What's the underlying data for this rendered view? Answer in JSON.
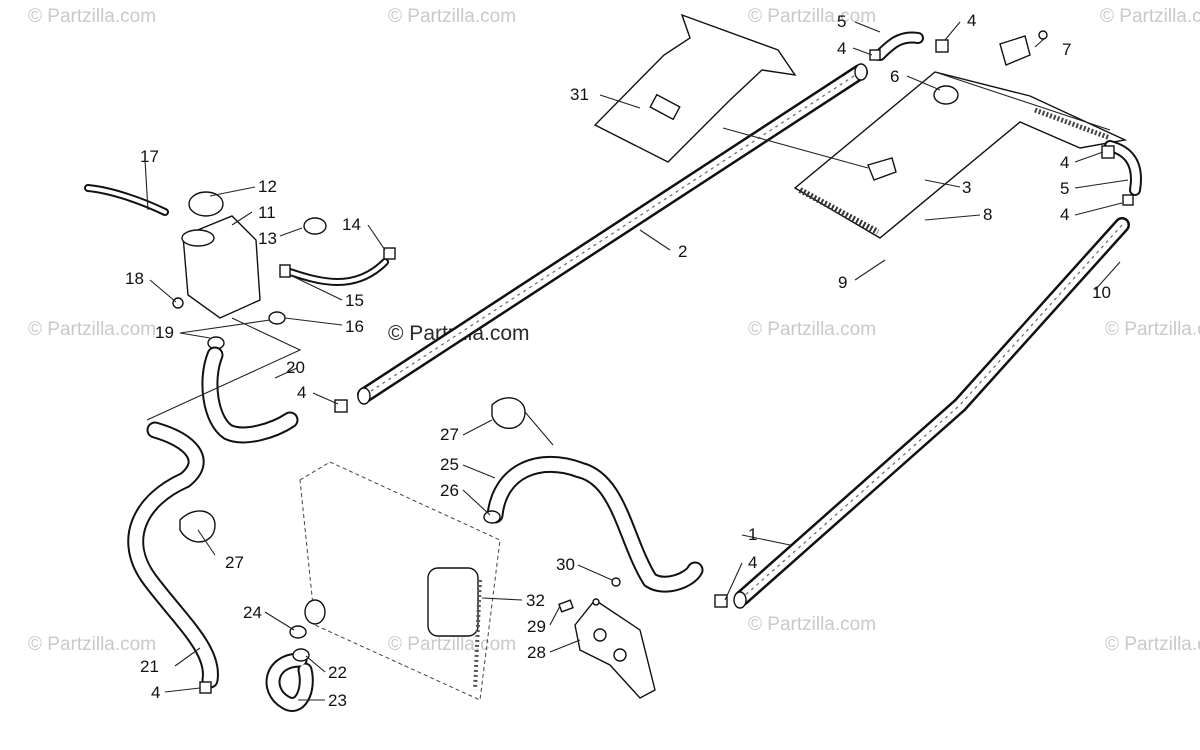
{
  "watermarks": {
    "text": "© Partzilla.com",
    "main": "© Partzilla.com"
  },
  "callouts": [
    {
      "id": "c1",
      "text": "1"
    },
    {
      "id": "c2",
      "text": "2"
    },
    {
      "id": "c3",
      "text": "3"
    },
    {
      "id": "c4a",
      "text": "4"
    },
    {
      "id": "c4b",
      "text": "4"
    },
    {
      "id": "c4c",
      "text": "4"
    },
    {
      "id": "c4d",
      "text": "4"
    },
    {
      "id": "c4e",
      "text": "4"
    },
    {
      "id": "c4f",
      "text": "4"
    },
    {
      "id": "c4g",
      "text": "4"
    },
    {
      "id": "c5a",
      "text": "5"
    },
    {
      "id": "c5b",
      "text": "5"
    },
    {
      "id": "c6",
      "text": "6"
    },
    {
      "id": "c7",
      "text": "7"
    },
    {
      "id": "c8",
      "text": "8"
    },
    {
      "id": "c9",
      "text": "9"
    },
    {
      "id": "c10",
      "text": "10"
    },
    {
      "id": "c11",
      "text": "11"
    },
    {
      "id": "c12",
      "text": "12"
    },
    {
      "id": "c13",
      "text": "13"
    },
    {
      "id": "c14",
      "text": "14"
    },
    {
      "id": "c15",
      "text": "15"
    },
    {
      "id": "c16",
      "text": "16"
    },
    {
      "id": "c17",
      "text": "17"
    },
    {
      "id": "c18",
      "text": "18"
    },
    {
      "id": "c19",
      "text": "19"
    },
    {
      "id": "c20",
      "text": "20"
    },
    {
      "id": "c21",
      "text": "21"
    },
    {
      "id": "c22",
      "text": "22"
    },
    {
      "id": "c23",
      "text": "23"
    },
    {
      "id": "c24",
      "text": "24"
    },
    {
      "id": "c25",
      "text": "25"
    },
    {
      "id": "c26",
      "text": "26"
    },
    {
      "id": "c27a",
      "text": "27"
    },
    {
      "id": "c27b",
      "text": "27"
    },
    {
      "id": "c28",
      "text": "28"
    },
    {
      "id": "c29",
      "text": "29"
    },
    {
      "id": "c30",
      "text": "30"
    },
    {
      "id": "c31",
      "text": "31"
    },
    {
      "id": "c32",
      "text": "32"
    }
  ]
}
